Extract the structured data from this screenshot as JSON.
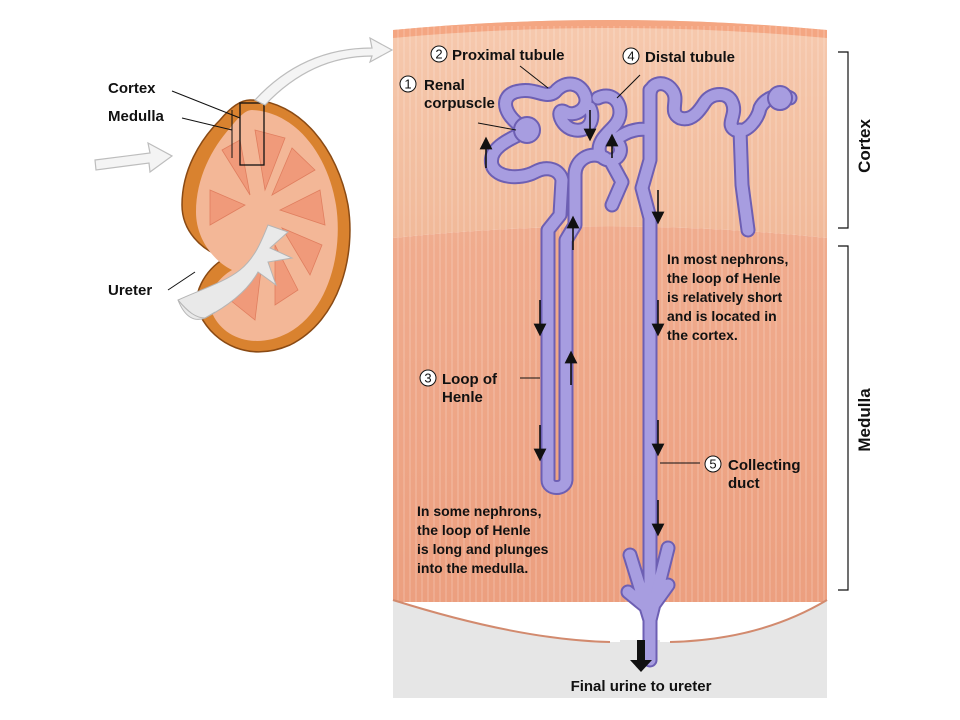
{
  "kidney": {
    "labels": {
      "cortex": "Cortex",
      "medulla": "Medulla",
      "ureter": "Ureter"
    }
  },
  "zones": {
    "cortex": "Cortex",
    "medulla": "Medulla"
  },
  "structures": {
    "renal_corpuscle": {
      "number": "1",
      "line1": "Renal",
      "line2": "corpuscle"
    },
    "proximal_tubule": {
      "number": "2",
      "line1": "Proximal tubule"
    },
    "loop_of_henle": {
      "number": "3",
      "line1": "Loop of",
      "line2": "Henle"
    },
    "distal_tubule": {
      "number": "4",
      "line1": "Distal tubule"
    },
    "collecting_duct": {
      "number": "5",
      "line1": "Collecting",
      "line2": "duct"
    }
  },
  "notes": {
    "short_loop": [
      "In most nephrons,",
      "the loop of Henle",
      "is relatively short",
      "and is located in",
      "the cortex."
    ],
    "long_loop": [
      "In some nephrons,",
      "the loop of Henle",
      "is long and plunges",
      "into the medulla."
    ]
  },
  "footer": {
    "final_urine": "Final urine to ureter"
  },
  "colors": {
    "cortex_tissue": "#f2c0a4",
    "medulla_tissue": "#efa586",
    "tubule": "#9c8fd8",
    "tubule_outline": "#6d5fb3",
    "cortex_band": "#f4a682",
    "pelvis": "#e6e6e6"
  }
}
